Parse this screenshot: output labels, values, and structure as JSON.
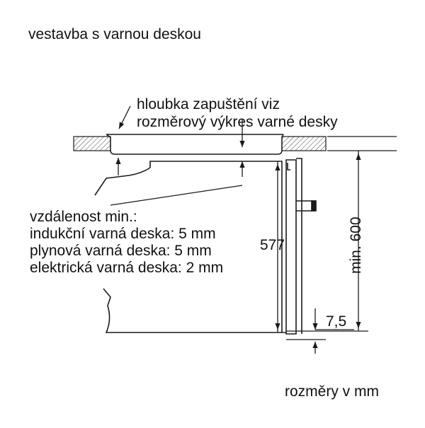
{
  "title": "vestavba s varnou deskou",
  "callout": {
    "line1": "hloubka zapuštění viz",
    "line2": "rozměrový výkres varné desky"
  },
  "note": {
    "line1": "vzdálenost min.:",
    "line2": "indukční varná deska: 5 mm",
    "line3": "plynová varná deska: 5 mm",
    "line4": "elektrická varná deska: 2 mm"
  },
  "dimensions": {
    "height": "577",
    "niche": "min. 600",
    "offset": "7,5"
  },
  "units_note": "rozměry v mm",
  "colors": {
    "line": "#1a1a1a",
    "hatch": "#444444"
  }
}
